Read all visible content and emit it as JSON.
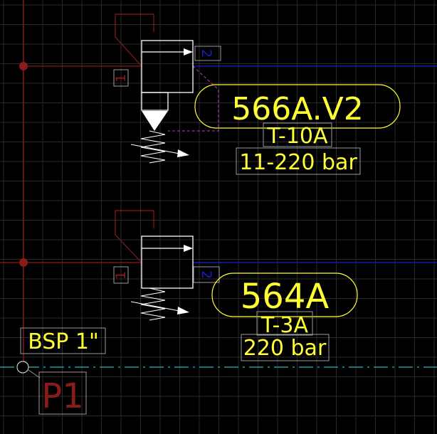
{
  "colors": {
    "background": "#000000",
    "grid": "#2a2a2a",
    "pipe_red": "#8b1a1a",
    "pipe_blue": "#1c1ccc",
    "valve_white": "#ffffff",
    "label_yellow": "#ffff33",
    "port_red": "#8b1a1a",
    "port_blue": "#1a1acc",
    "tag_box": "#9a9a9a",
    "magenta_dash": "#cc33cc",
    "cyan_line": "#22bbbb"
  },
  "valve1": {
    "model": "566A.V2",
    "cavity": "T-10A",
    "pressure": "11-220 bar",
    "port_in": "1",
    "port_out": "2"
  },
  "valve2": {
    "model": "564A",
    "cavity": "T-3A",
    "pressure": "220 bar",
    "port_in": "1",
    "port_out": "2"
  },
  "port": {
    "thread": "BSP 1\"",
    "name": "P1"
  }
}
